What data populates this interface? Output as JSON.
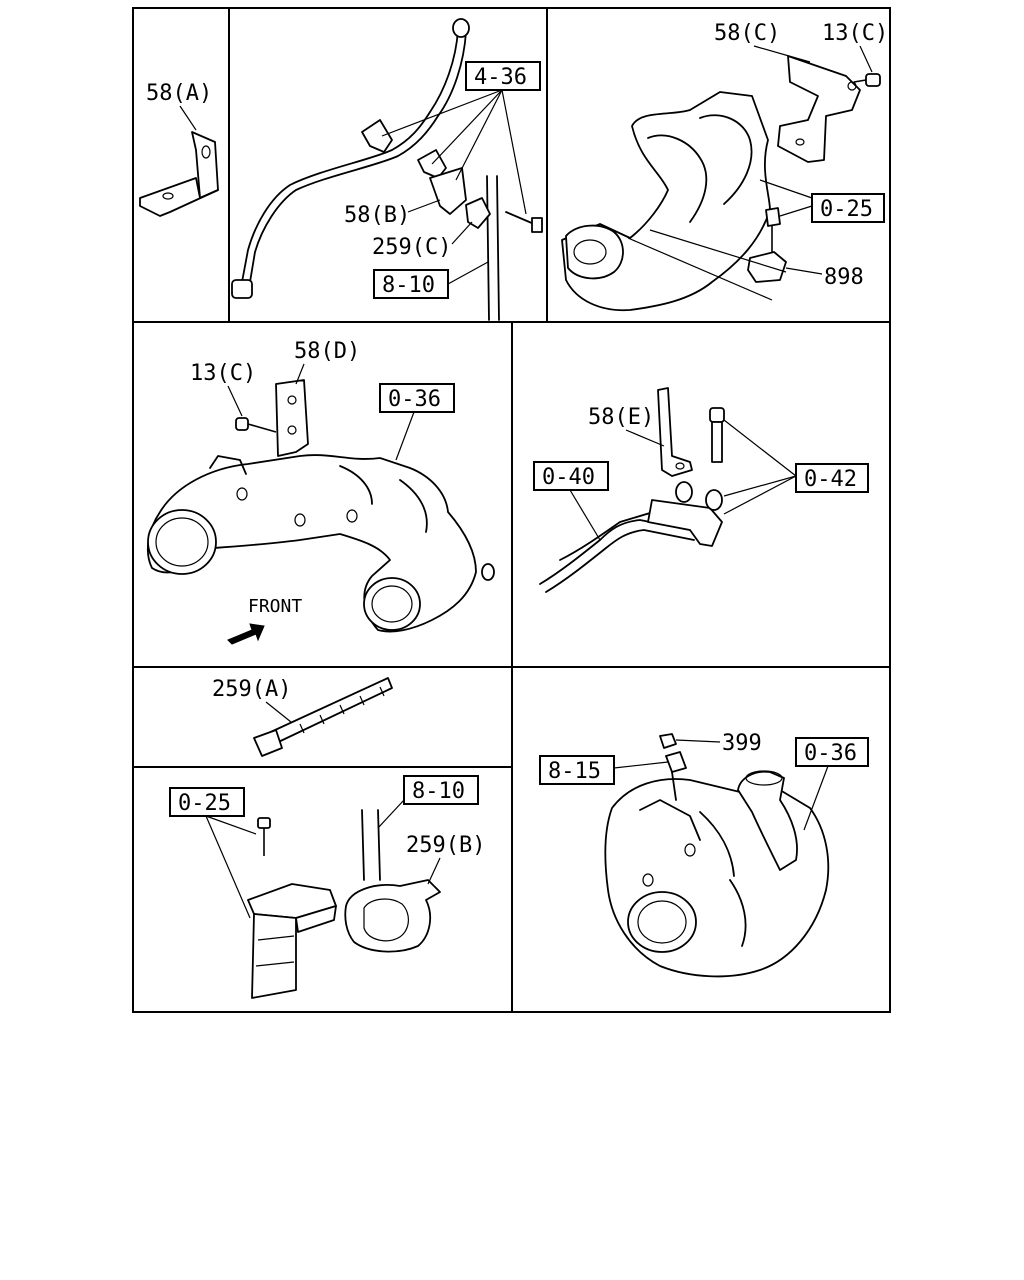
{
  "panels": {
    "p1": {
      "part_label": "58(A)"
    },
    "p2": {
      "ref_top": "4-36",
      "part_bracket": "58(B)",
      "part_clip": "259(C)",
      "ref_bottom": "8-10"
    },
    "p3": {
      "part_bracket": "58(C)",
      "part_bolt": "13(C)",
      "ref_sensor": "0-25",
      "part_sensor": "898"
    },
    "p4": {
      "part_bolt": "13(C)",
      "part_bracket": "58(D)",
      "ref_pipe": "0-36",
      "front_text": "FRONT"
    },
    "p5": {
      "part_bracket": "58(E)",
      "ref_pipe": "0-40",
      "ref_bolts": "0-42"
    },
    "p6": {
      "part_tie": "259(A)"
    },
    "p7": {
      "ref_sensor": "0-25",
      "ref_hose": "8-10",
      "part_clip": "259(B)"
    },
    "p8": {
      "part_nut": "399",
      "ref_stud": "8-15",
      "ref_outlet": "0-36"
    }
  },
  "icons": {
    "front_arrow": "arrow-right-up-icon"
  }
}
